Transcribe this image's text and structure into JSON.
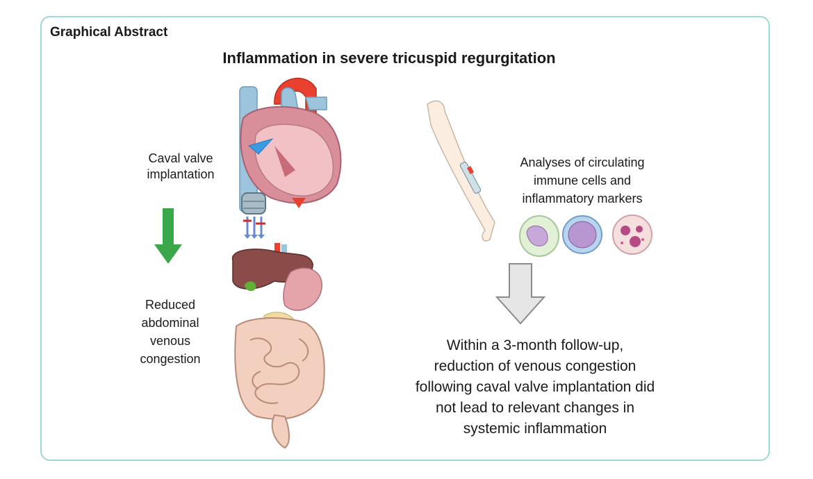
{
  "header": {
    "label": "Graphical Abstract",
    "title": "Inflammation in severe tricuspid regurgitation"
  },
  "left": {
    "top_label": [
      "Caval valve",
      "implantation"
    ],
    "bottom_label": [
      "Reduced",
      "abdominal",
      "venous",
      "congestion"
    ]
  },
  "right": {
    "analyses_label": [
      "Analyses of circulating",
      "immune  cells and",
      "inflammatory  markers"
    ],
    "conclusion": [
      "Within a 3-month follow-up,",
      "reduction of venous congestion",
      "following caval valve implantation did",
      "not lead to relevant changes in",
      "systemic inflammation"
    ]
  },
  "colors": {
    "frame_border": "#9fd9cf",
    "green_arrow": "#3aa84a",
    "gray_arrow": "#e6e6e6"
  },
  "icons": [
    "heart-illustration",
    "caval-valve-stent",
    "abdominal-organs-illustration",
    "arm-blood-draw-illustration",
    "immune-cell-illustrations"
  ]
}
